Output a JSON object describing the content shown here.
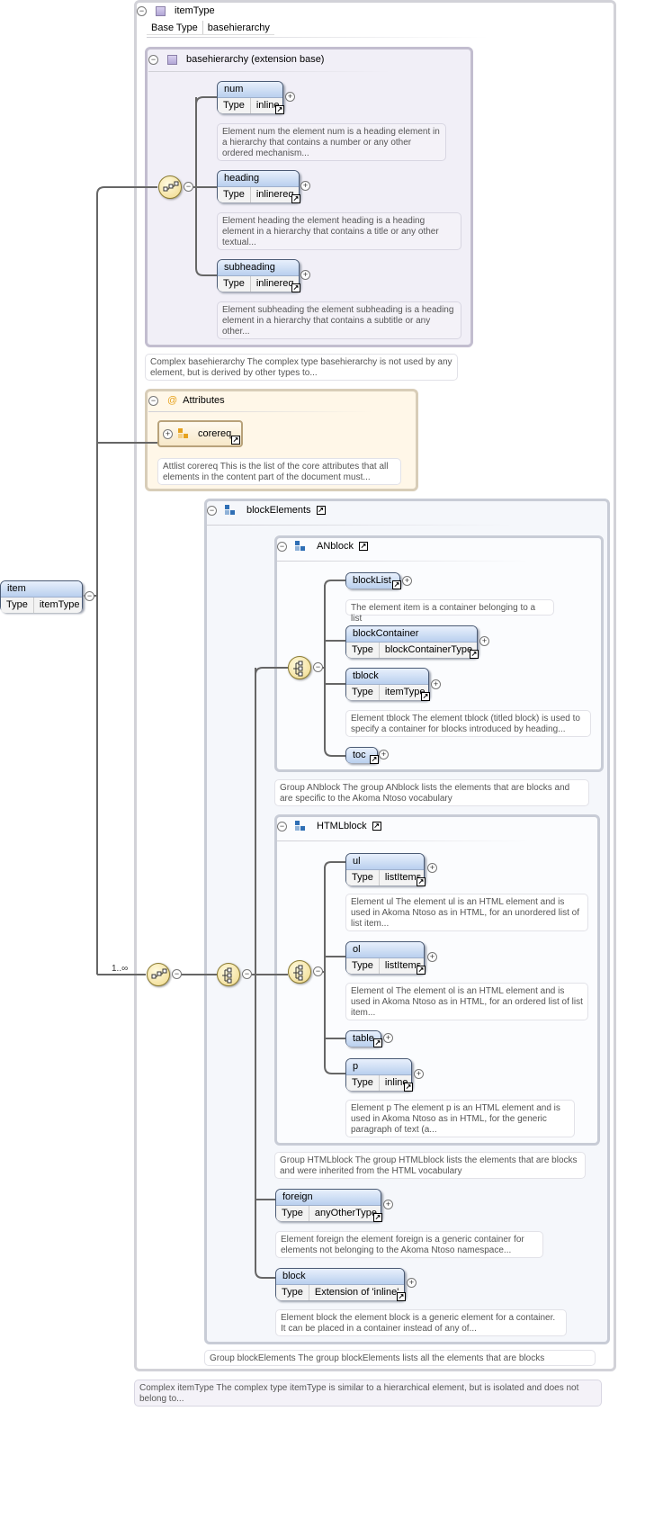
{
  "root": {
    "name": "item",
    "type_label": "Type",
    "type_value": "itemType"
  },
  "itemType": {
    "title": "itemType",
    "base_label": "Base Type",
    "base_value": "basehierarchy",
    "note": "Complex itemType The complex type itemType is similar to a hierarchical element, but is isolated and does not belong to..."
  },
  "basehierarchy": {
    "title": "basehierarchy (extension base)",
    "note": "Complex basehierarchy The complex type basehierarchy is not used by any element, but is derived by other types to...",
    "elements": [
      {
        "name": "num",
        "type_label": "Type",
        "type_value": "inline",
        "note": "Element num the element num is a heading element in a hierarchy that contains a number or any other ordered mechanism..."
      },
      {
        "name": "heading",
        "type_label": "Type",
        "type_value": "inlinereq",
        "note": "Element heading the element heading is a heading element in a hierarchy that contains a title or any other textual..."
      },
      {
        "name": "subheading",
        "type_label": "Type",
        "type_value": "inlinereq",
        "note": "Element subheading the element subheading is a heading element in a hierarchy that contains a subtitle or any other..."
      }
    ]
  },
  "attributes": {
    "title": "Attributes",
    "corereq": "corereq",
    "note": "Attlist corereq This is the list of the core attributes that all elements in the content part of the document must..."
  },
  "occurrence": "1..∞",
  "blockElements": {
    "title": "blockElements",
    "note": "Group blockElements The group blockElements lists all the elements that are blocks",
    "ANblock": {
      "title": "ANblock",
      "note": "Group ANblock The group ANblock lists the elements that are blocks and are specific to the Akoma Ntoso vocabulary",
      "blockList": {
        "name": "blockList",
        "note": "The element item is a container belonging to a list"
      },
      "blockContainer": {
        "name": "blockContainer",
        "type_label": "Type",
        "type_value": "blockContainerType"
      },
      "tblock": {
        "name": "tblock",
        "type_label": "Type",
        "type_value": "itemType",
        "note": "Element tblock The element tblock (titled block) is used to specify a container for blocks introduced by heading..."
      },
      "toc": {
        "name": "toc"
      }
    },
    "HTMLblock": {
      "title": "HTMLblock",
      "note": "Group HTMLblock The group HTMLblock lists the elements that are blocks and were inherited from the HTML vocabulary",
      "ul": {
        "name": "ul",
        "type_label": "Type",
        "type_value": "listItems",
        "note": "Element ul The element ul is an HTML element and is used in Akoma Ntoso as in HTML, for an unordered list of list item..."
      },
      "ol": {
        "name": "ol",
        "type_label": "Type",
        "type_value": "listItems",
        "note": "Element ol The element ol is an HTML element and is used in Akoma Ntoso as in HTML, for an ordered list of list item..."
      },
      "table": {
        "name": "table"
      },
      "p": {
        "name": "p",
        "type_label": "Type",
        "type_value": "inline",
        "note": "Element p The element p is an HTML element and is used in Akoma Ntoso as in HTML, for the generic paragraph of text (a..."
      }
    },
    "foreign": {
      "name": "foreign",
      "type_label": "Type",
      "type_value": "anyOtherType",
      "note": "Element foreign the element foreign is a generic container for elements not belonging to the Akoma Ntoso namespace..."
    },
    "block": {
      "name": "block",
      "type_label": "Type",
      "type_value": "Extension of 'inline'",
      "note": "Element block the element block is a generic element for a container. It can be placed in a container instead of any of..."
    }
  },
  "icons": {
    "expand": "plus-circle-icon",
    "collapse": "minus-circle-icon",
    "link": "link-arrow-icon",
    "sequence": "sequence-compositor-icon",
    "choice": "choice-compositor-icon"
  }
}
